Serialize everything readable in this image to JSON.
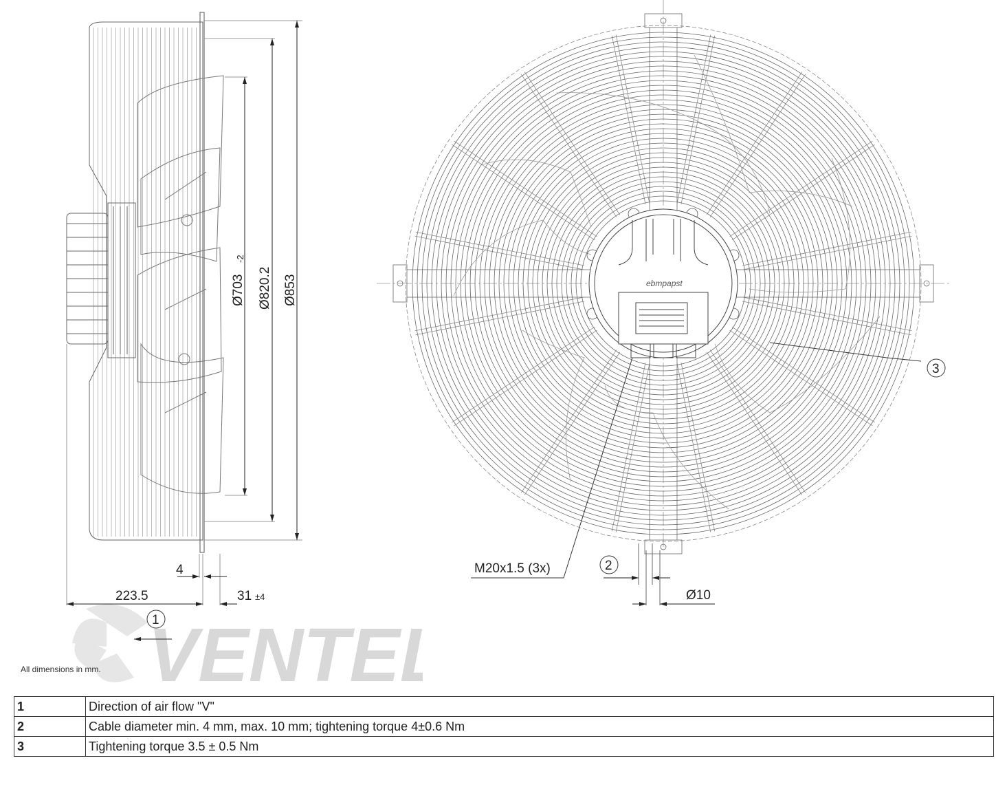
{
  "side_view": {
    "dimensions": {
      "d_inner": "Ø703",
      "d_inner_tol": "-2",
      "d_mid": "Ø820.2",
      "d_outer": "Ø853",
      "flange_thickness": "4",
      "depth": "223.5",
      "offset": "31",
      "offset_tol": "±4"
    },
    "airflow_callout": "1"
  },
  "front_view": {
    "brand_label": "ebmpapst",
    "cable_gland": "M20x1.5 (3x)",
    "cable_callout": "2",
    "hole_diameter": "Ø10",
    "torque_callout": "3"
  },
  "note": "All dimensions in mm.",
  "watermark": "VENTEL",
  "legend": [
    {
      "num": "1",
      "text": "Direction of air flow \"V\""
    },
    {
      "num": "2",
      "text": "Cable diameter min. 4 mm, max. 10 mm; tightening torque 4±0.6 Nm"
    },
    {
      "num": "3",
      "text": "Tightening torque 3.5 ± 0.5 Nm"
    }
  ],
  "colors": {
    "line": "#555555",
    "dim_line": "#222222",
    "watermark_gray": "#d8d8d8",
    "watermark_blue": "#cfe0ec"
  }
}
